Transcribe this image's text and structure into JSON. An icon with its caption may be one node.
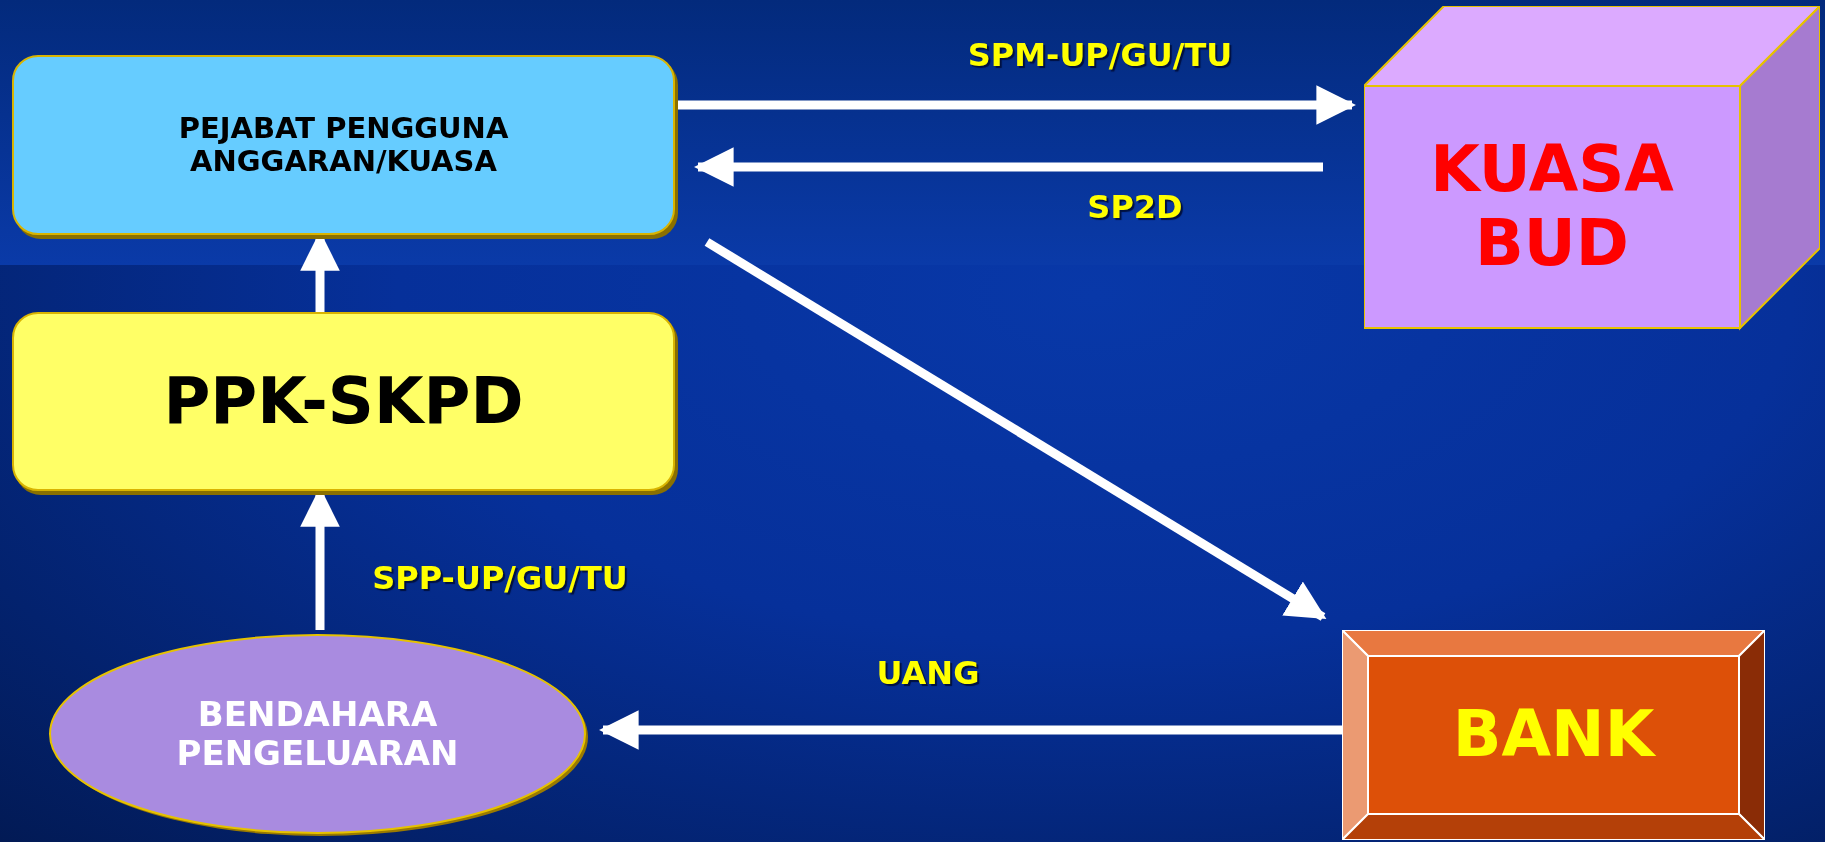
{
  "diagram": {
    "nodes": [
      {
        "text": [
          "PEJABAT PENGGUNA ANGGARAN/KUASA"
        ]
      },
      {
        "text": [
          "KUASA BUD"
        ]
      },
      {
        "text": [
          "PPK-SKPD"
        ]
      },
      {
        "text": [
          "BENDAHARA PENGELUARAN"
        ]
      },
      {
        "text": [
          "BANK"
        ]
      }
    ],
    "edges": [
      {
        "from": 0,
        "to": 1,
        "arrow": "to",
        "label": "SPM-UP/GU/TU"
      },
      {
        "from": 1,
        "to": 0,
        "arrow": "to",
        "label": "SP2D"
      },
      {
        "from": 0,
        "to": 4,
        "arrow": "to"
      },
      {
        "from": 2,
        "to": 0,
        "arrow": "to"
      },
      {
        "from": 3,
        "to": 2,
        "arrow": "to",
        "label": "SPP-UP/GU/TU"
      },
      {
        "from": 4,
        "to": 3,
        "arrow": "to",
        "label": "UANG"
      }
    ]
  }
}
